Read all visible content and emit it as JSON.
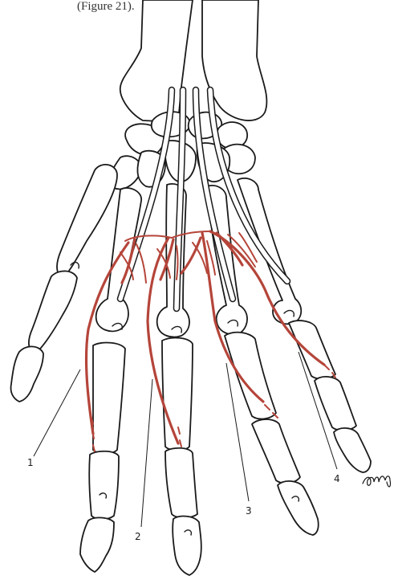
{
  "caption_fragment": "(Figure 21).",
  "labels": [
    "1",
    "2",
    "3",
    "4"
  ],
  "signature": "Mitchell",
  "colors": {
    "muscle": "#b5453a",
    "outline": "#1a1a1a",
    "background": "#ffffff"
  }
}
